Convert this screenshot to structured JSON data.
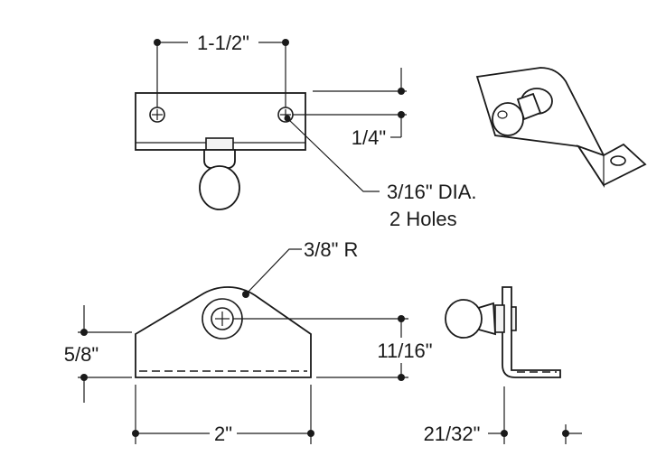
{
  "dimensions": {
    "hole_spacing": "1-1/2\"",
    "hole_offset": "1/4\"",
    "hole_dia_line1": "3/16\" DIA.",
    "hole_dia_line2": "2 Holes",
    "radius": "3/8\" R",
    "base_height": "5/8\"",
    "ball_height": "11/16\"",
    "base_width": "2\"",
    "side_offset": "21/32\""
  },
  "colors": {
    "line": "#1a1a1a",
    "background": "#ffffff"
  }
}
